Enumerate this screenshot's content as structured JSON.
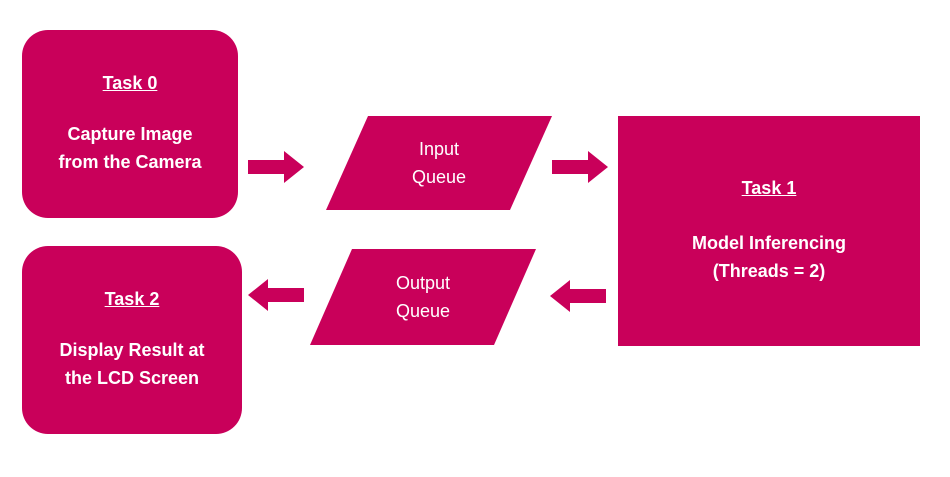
{
  "colors": {
    "fill": "#c9005a",
    "text": "#ffffff",
    "background": "#ffffff"
  },
  "task0": {
    "title": "Task 0",
    "line1": "Capture Image",
    "line2": "from the Camera"
  },
  "task1": {
    "title": "Task 1",
    "line1": "Model Inferencing",
    "line2": "(Threads = 2)"
  },
  "task2": {
    "title": "Task 2",
    "line1": "Display Result at",
    "line2": "the LCD Screen"
  },
  "input_queue": {
    "line1": "Input",
    "line2": "Queue"
  },
  "output_queue": {
    "line1": "Output",
    "line2": "Queue"
  }
}
